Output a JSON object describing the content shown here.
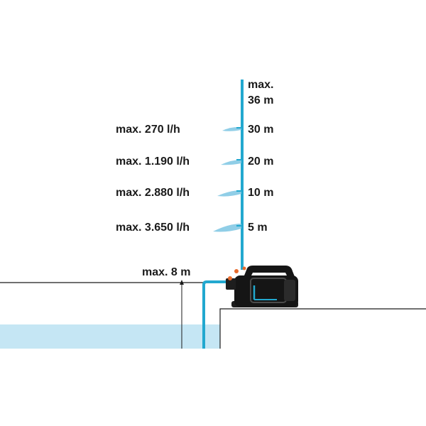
{
  "diagram": {
    "colors": {
      "pipe": "#22a8cf",
      "water": "#c5e6f4",
      "line": "#1a1a1a",
      "accent": "#e66a2c"
    },
    "height_max": [
      "max.",
      "36 m"
    ],
    "levels": [
      {
        "height": "30 m",
        "flow": "max. 270 l/h"
      },
      {
        "height": "20 m",
        "flow": "max. 1.190 l/h"
      },
      {
        "height": "10 m",
        "flow": "max. 2.880 l/h"
      },
      {
        "height": "5 m",
        "flow": "max. 3.650 l/h"
      }
    ],
    "suction_depth": "max. 8 m",
    "pump_icon": "garden-pump-icon",
    "spray_icon": "water-spray-icon"
  }
}
